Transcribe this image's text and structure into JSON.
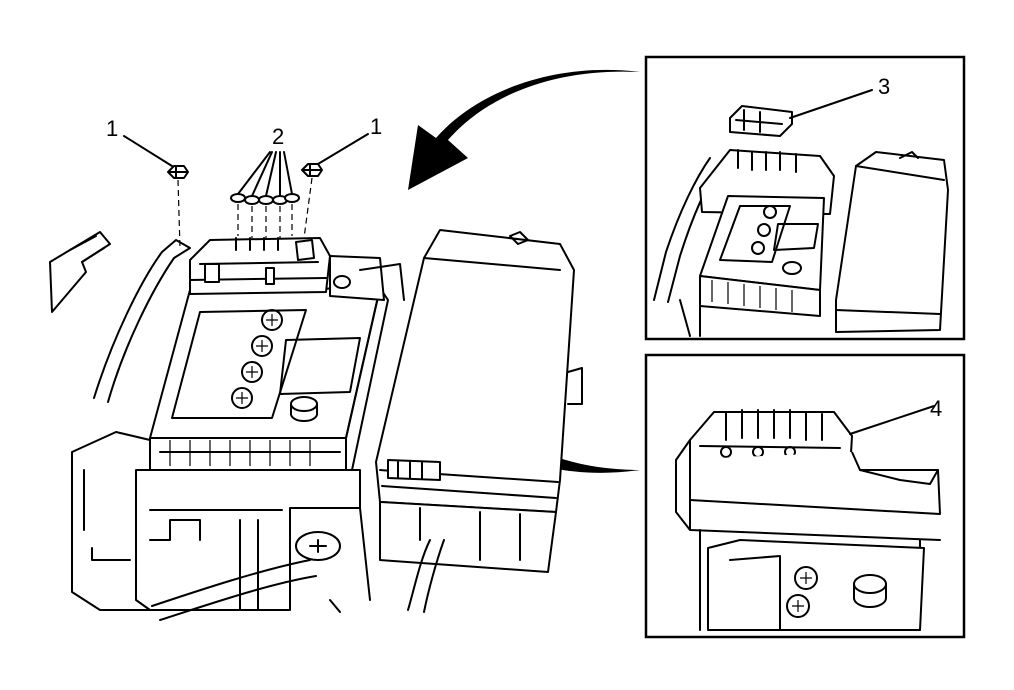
{
  "callouts": {
    "nut_left": "1",
    "nut_right": "1",
    "bolts": "2",
    "cover": "3",
    "fuse_block": "4"
  }
}
